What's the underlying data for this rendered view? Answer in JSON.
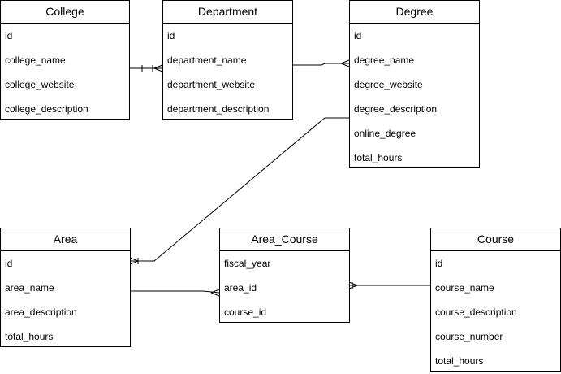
{
  "entities": {
    "college": {
      "title": "College",
      "attrs": [
        "id",
        "college_name",
        "college_website",
        "college_description"
      ]
    },
    "department": {
      "title": "Department",
      "attrs": [
        "id",
        "department_name",
        "department_website",
        "department_description"
      ]
    },
    "degree": {
      "title": "Degree",
      "attrs": [
        "id",
        "degree_name",
        "degree_website",
        "degree_description",
        "online_degree",
        "total_hours"
      ]
    },
    "area": {
      "title": "Area",
      "attrs": [
        "id",
        "area_name",
        "area_description",
        "total_hours"
      ]
    },
    "area_course": {
      "title": "Area_Course",
      "attrs": [
        "fiscal_year",
        "area_id",
        "course_id"
      ]
    },
    "course": {
      "title": "Course",
      "attrs": [
        "id",
        "course_name",
        "course_description",
        "course_number",
        "total_hours"
      ]
    }
  }
}
